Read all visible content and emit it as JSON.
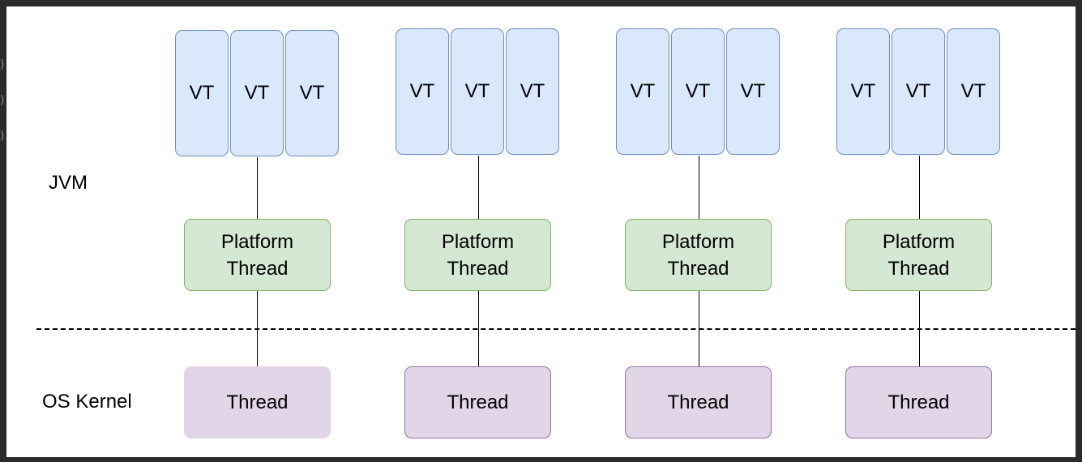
{
  "labels": {
    "jvm": "JVM",
    "os_kernel": "OS Kernel"
  },
  "groups": [
    {
      "vts": [
        "VT",
        "VT",
        "VT"
      ],
      "platform_line1": "Platform",
      "platform_line2": "Thread",
      "os_thread": "Thread"
    },
    {
      "vts": [
        "VT",
        "VT",
        "VT"
      ],
      "platform_line1": "Platform",
      "platform_line2": "Thread",
      "os_thread": "Thread"
    },
    {
      "vts": [
        "VT",
        "VT",
        "VT"
      ],
      "platform_line1": "Platform",
      "platform_line2": "Thread",
      "os_thread": "Thread"
    },
    {
      "vts": [
        "VT",
        "VT",
        "VT"
      ],
      "platform_line1": "Platform",
      "platform_line2": "Thread",
      "os_thread": "Thread"
    }
  ],
  "colors": {
    "vt_fill": "#dae8fc",
    "vt_stroke": "#6c8ebf",
    "platform_fill": "#d5e8d4",
    "platform_stroke": "#82b366",
    "os_fill": "#e1d5e7",
    "os_stroke": "#9673a6"
  }
}
